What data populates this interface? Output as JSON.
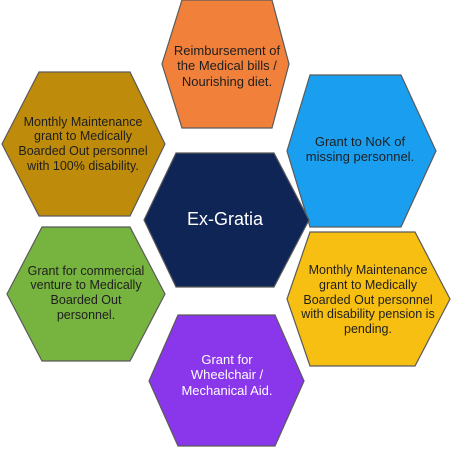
{
  "diagram": {
    "center": {
      "text": "Ex-Gratia",
      "color": "#0e2556"
    },
    "items": [
      {
        "key": "top",
        "text": "Reimbursement of the Medical bills / Nourishing diet.",
        "color": "#f0803a"
      },
      {
        "key": "top-right",
        "text": "Grant to NoK of missing personnel.",
        "color": "#1a9ff0"
      },
      {
        "key": "bottom-right",
        "text": "Monthly Maintenance grant to Medically Boarded Out personnel with disability pension is pending.",
        "color": "#f7bf12"
      },
      {
        "key": "bottom",
        "text": "Grant for Wheelchair / Mechanical Aid.",
        "color": "#8a36ea"
      },
      {
        "key": "bottom-left",
        "text": "Grant for commercial venture to Medically Boarded Out personnel.",
        "color": "#77b33f"
      },
      {
        "key": "top-left",
        "text": "Monthly Maintenance grant to Medically Boarded Out personnel with 100% disability.",
        "color": "#bf8b0a"
      }
    ]
  }
}
